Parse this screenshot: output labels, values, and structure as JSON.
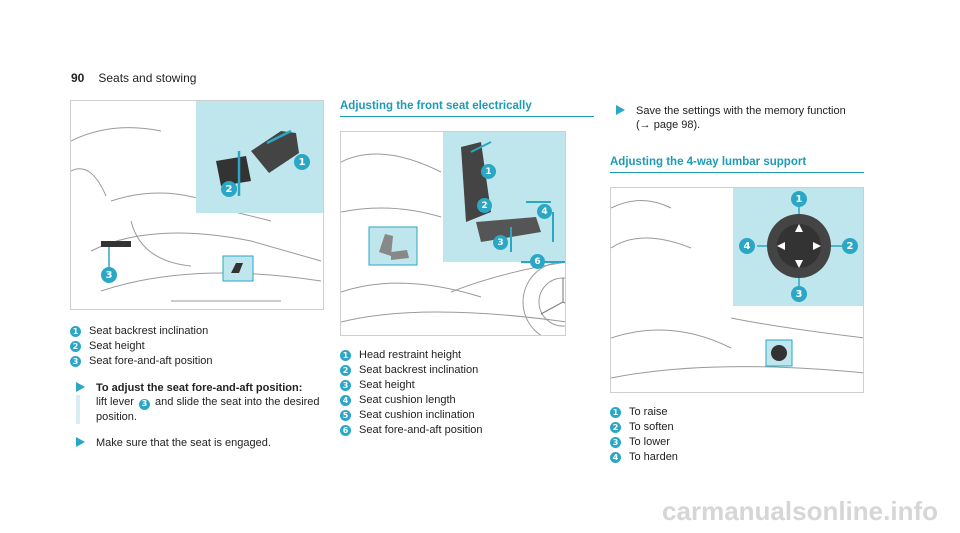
{
  "header": {
    "page_number": "90",
    "section": "Seats and stowing"
  },
  "col1": {
    "legend": [
      {
        "n": "1",
        "text": "Seat backrest inclination"
      },
      {
        "n": "2",
        "text": "Seat height"
      },
      {
        "n": "3",
        "text": "Seat fore-and-aft position"
      }
    ],
    "step1": {
      "title": "To adjust the seat fore-and-aft position:",
      "text_a": "lift lever",
      "ref": "3",
      "text_b": "and slide the seat into the desired position."
    },
    "step2": "Make sure that the seat is engaged."
  },
  "col2": {
    "title": "Adjusting the front seat electrically",
    "legend": [
      {
        "n": "1",
        "text": "Head restraint height"
      },
      {
        "n": "2",
        "text": "Seat backrest inclination"
      },
      {
        "n": "3",
        "text": "Seat height"
      },
      {
        "n": "4",
        "text": "Seat cushion length"
      },
      {
        "n": "5",
        "text": "Seat cushion inclination"
      },
      {
        "n": "6",
        "text": "Seat fore-and-aft position"
      }
    ]
  },
  "col3": {
    "step1_line1": "Save the settings with the memory function",
    "step1_line2": "(→ page 98).",
    "title": "Adjusting the 4-way lumbar support",
    "legend": [
      {
        "n": "1",
        "text": "To raise"
      },
      {
        "n": "2",
        "text": "To soften"
      },
      {
        "n": "3",
        "text": "To lower"
      },
      {
        "n": "4",
        "text": "To harden"
      }
    ]
  },
  "colors": {
    "accent": "#2aa7c5",
    "panel": "#bfe6ec",
    "title": "#1b9bb6"
  },
  "watermark": "carmanualsonline.info"
}
